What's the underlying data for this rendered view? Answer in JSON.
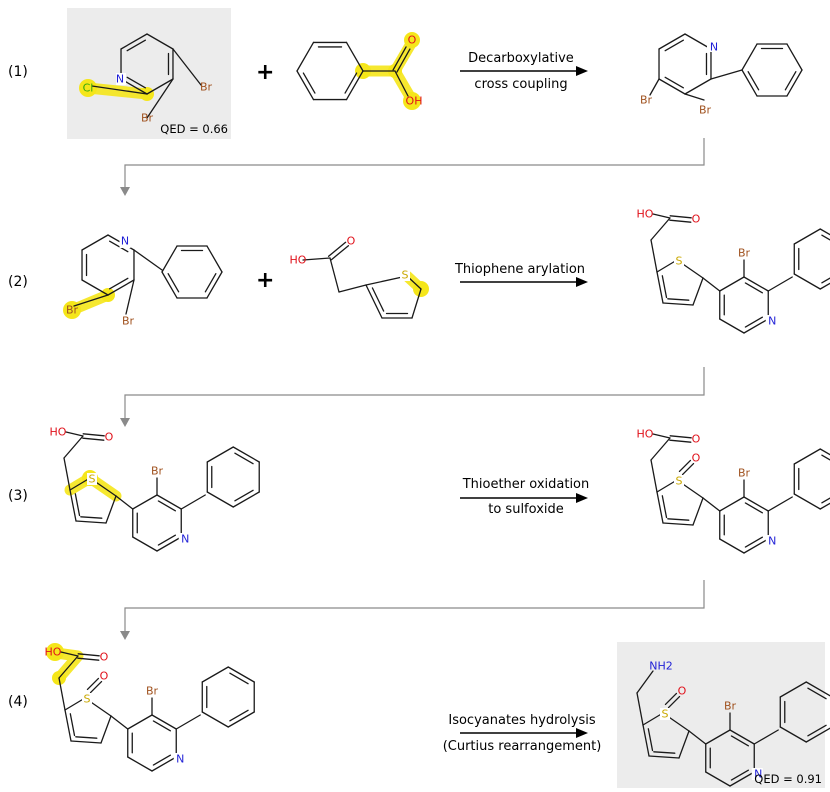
{
  "steps": [
    {
      "label": "(1)",
      "reaction_line1": "Decarboxylative",
      "reaction_line2": "cross coupling"
    },
    {
      "label": "(2)",
      "reaction_line1": "Thiophene arylation",
      "reaction_line2": ""
    },
    {
      "label": "(3)",
      "reaction_line1": "Thioether oxidation",
      "reaction_line2": "to sulfoxide"
    },
    {
      "label": "(4)",
      "reaction_line1": "Isocyanates hydrolysis",
      "reaction_line2": "(Curtius rearrangement)"
    }
  ],
  "plus_sign": "+",
  "qed_start": "QED = 0.66",
  "qed_end": "QED = 0.91",
  "atoms": {
    "N": "N",
    "Cl": "Cl",
    "Br": "Br",
    "O": "O",
    "OH": "OH",
    "HO": "HO",
    "S": "S",
    "NH2": "NH2"
  },
  "colors": {
    "bond": "#1a1a1a",
    "highlight": "#f5e61a",
    "nitrogen": "#1f1fd6",
    "oxygen": "#e0121b",
    "bromine": "#a0521f",
    "sulfur": "#c9a800",
    "chlorine": "#34a90c",
    "box_fill": "#ececec",
    "connector": "#8a8a8a",
    "arrow": "#000000"
  }
}
